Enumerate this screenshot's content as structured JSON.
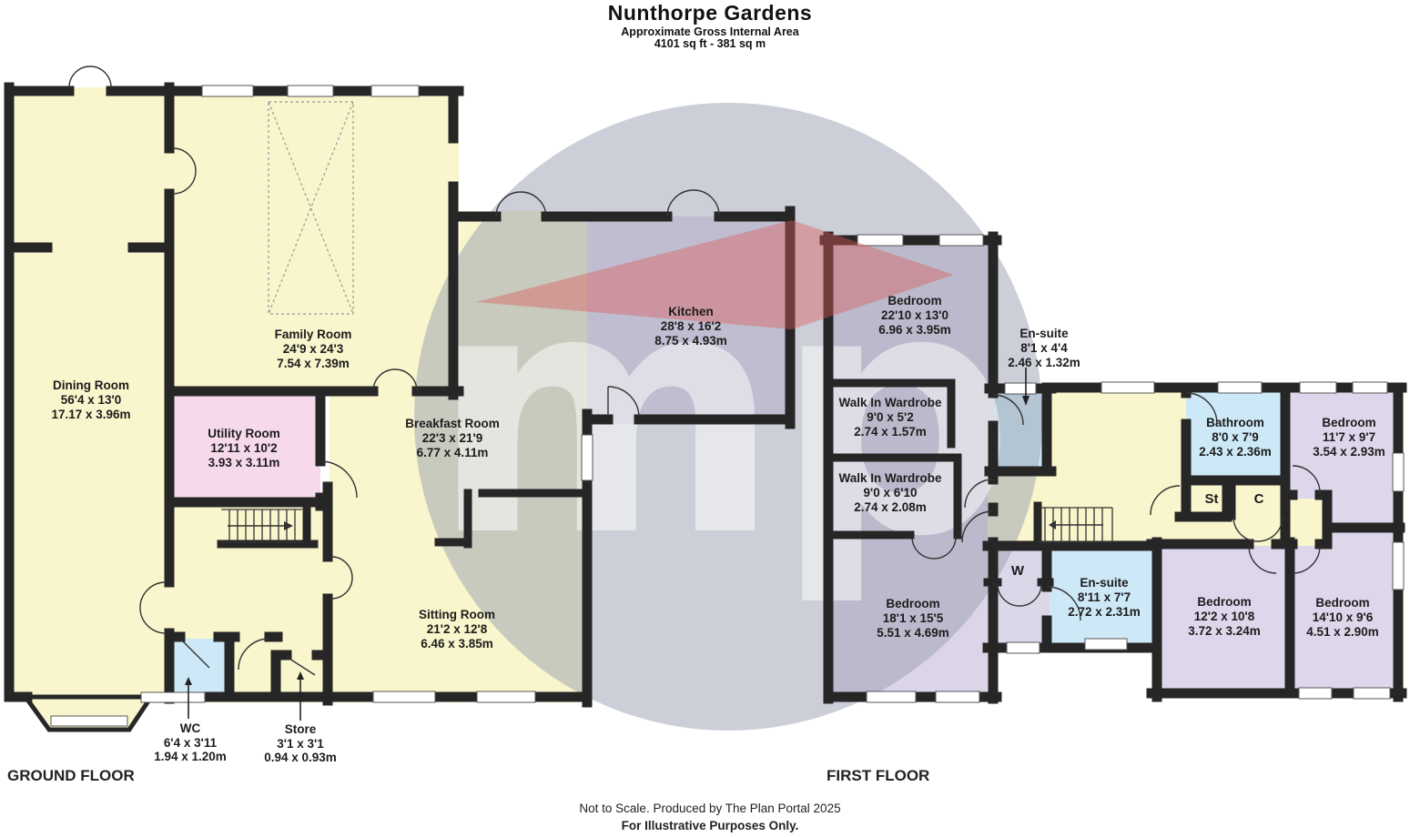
{
  "title": {
    "name": "Nunthorpe Gardens",
    "subtitle": "Approximate Gross Internal Area",
    "area": "4101 sq ft - 381 sq m"
  },
  "floor_labels": {
    "ground": "GROUND FLOOR",
    "first": "FIRST FLOOR"
  },
  "footer": {
    "line1": "Not to Scale. Produced by The Plan Portal 2025",
    "line2": "For Illustrative Purposes Only."
  },
  "watermark": {
    "letters": "mp"
  },
  "colors": {
    "wall": "#262626",
    "room_yellow": "#F9F5CC",
    "room_pink": "#F7D9EC",
    "room_blue": "#CDE9F7",
    "room_purple": "#DCD4E8",
    "room_lilac": "#DED6EA",
    "room_kitchen": "#E4DAEF",
    "watermark_circle": "#9AA0B0",
    "watermark_red": "#DC5A5A"
  },
  "ground": {
    "dining": {
      "name": "Dining Room",
      "imperial": "56'4 x 13'0",
      "metric": "17.17 x 3.96m"
    },
    "family": {
      "name": "Family Room",
      "imperial": "24'9 x 24'3",
      "metric": "7.54 x 7.39m"
    },
    "utility": {
      "name": "Utility Room",
      "imperial": "12'11 x 10'2",
      "metric": "3.93 x 3.11m"
    },
    "breakfast": {
      "name": "Breakfast Room",
      "imperial": "22'3 x 21'9",
      "metric": "6.77 x 4.11m"
    },
    "kitchen": {
      "name": "Kitchen",
      "imperial": "28'8 x 16'2",
      "metric": "8.75 x 4.93m"
    },
    "sitting": {
      "name": "Sitting Room",
      "imperial": "21'2 x 12'8",
      "metric": "6.46 x 3.85m"
    },
    "wc": {
      "name": "WC",
      "imperial": "6'4 x 3'11",
      "metric": "1.94 x 1.20m"
    },
    "store": {
      "name": "Store",
      "imperial": "3'1 x 3'1",
      "metric": "0.94 x 0.93m"
    }
  },
  "first": {
    "bedroom1": {
      "name": "Bedroom",
      "imperial": "22'10 x 13'0",
      "metric": "6.96 x 3.95m"
    },
    "ensuite1": {
      "name": "En-suite",
      "imperial": "8'1 x 4'4",
      "metric": "2.46 x 1.32m"
    },
    "wardrobe1": {
      "name": "Walk In Wardrobe",
      "imperial": "9'0 x 5'2",
      "metric": "2.74 x 1.57m"
    },
    "wardrobe2": {
      "name": "Walk In Wardrobe",
      "imperial": "9'0 x 6'10",
      "metric": "2.74 x 2.08m"
    },
    "bedroom2": {
      "name": "Bedroom",
      "imperial": "18'1 x 15'5",
      "metric": "5.51 x 4.69m"
    },
    "w_closet": {
      "label": "W"
    },
    "ensuite2": {
      "name": "En-suite",
      "imperial": "8'11 x 7'7",
      "metric": "2.72 x 2.31m"
    },
    "bathroom": {
      "name": "Bathroom",
      "imperial": "8'0 x 7'9",
      "metric": "2.43 x 2.36m"
    },
    "st_closet": {
      "label": "St"
    },
    "c_closet": {
      "label": "C"
    },
    "bedroom3": {
      "name": "Bedroom",
      "imperial": "11'7 x 9'7",
      "metric": "3.54 x 2.93m"
    },
    "bedroom4": {
      "name": "Bedroom",
      "imperial": "12'2 x 10'8",
      "metric": "3.72 x 3.24m"
    },
    "bedroom5": {
      "name": "Bedroom",
      "imperial": "14'10 x 9'6",
      "metric": "4.51 x 2.90m"
    }
  }
}
